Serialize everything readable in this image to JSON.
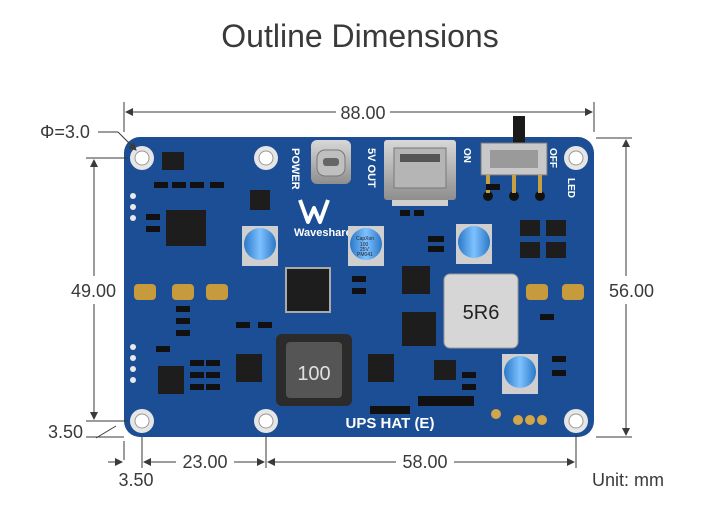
{
  "title": "Outline Dimensions",
  "dimensions": {
    "hole_diameter": "Φ=3.0",
    "width": "88.00",
    "height": "56.00",
    "hole_spacing_v": "49.00",
    "edge_offset_v": "3.50",
    "edge_offset_h": "3.50",
    "hole_offset_h": "23.00",
    "hole_spacing_h": "58.00",
    "unit": "Unit: mm"
  },
  "board": {
    "name": "UPS HAT (E)",
    "brand": "Waveshare",
    "labels": {
      "power": "POWER",
      "out": "5V OUT",
      "on": "ON",
      "off": "OFF",
      "led": "LED"
    },
    "inductor_large": "5R6",
    "inductor_small": "100",
    "cap_text": [
      "CapXon",
      "100",
      "25V",
      "PM041"
    ],
    "colors": {
      "pcb": "#1b4e94",
      "silk": "#ffffff",
      "dim_line": "#3a3a3a"
    }
  }
}
